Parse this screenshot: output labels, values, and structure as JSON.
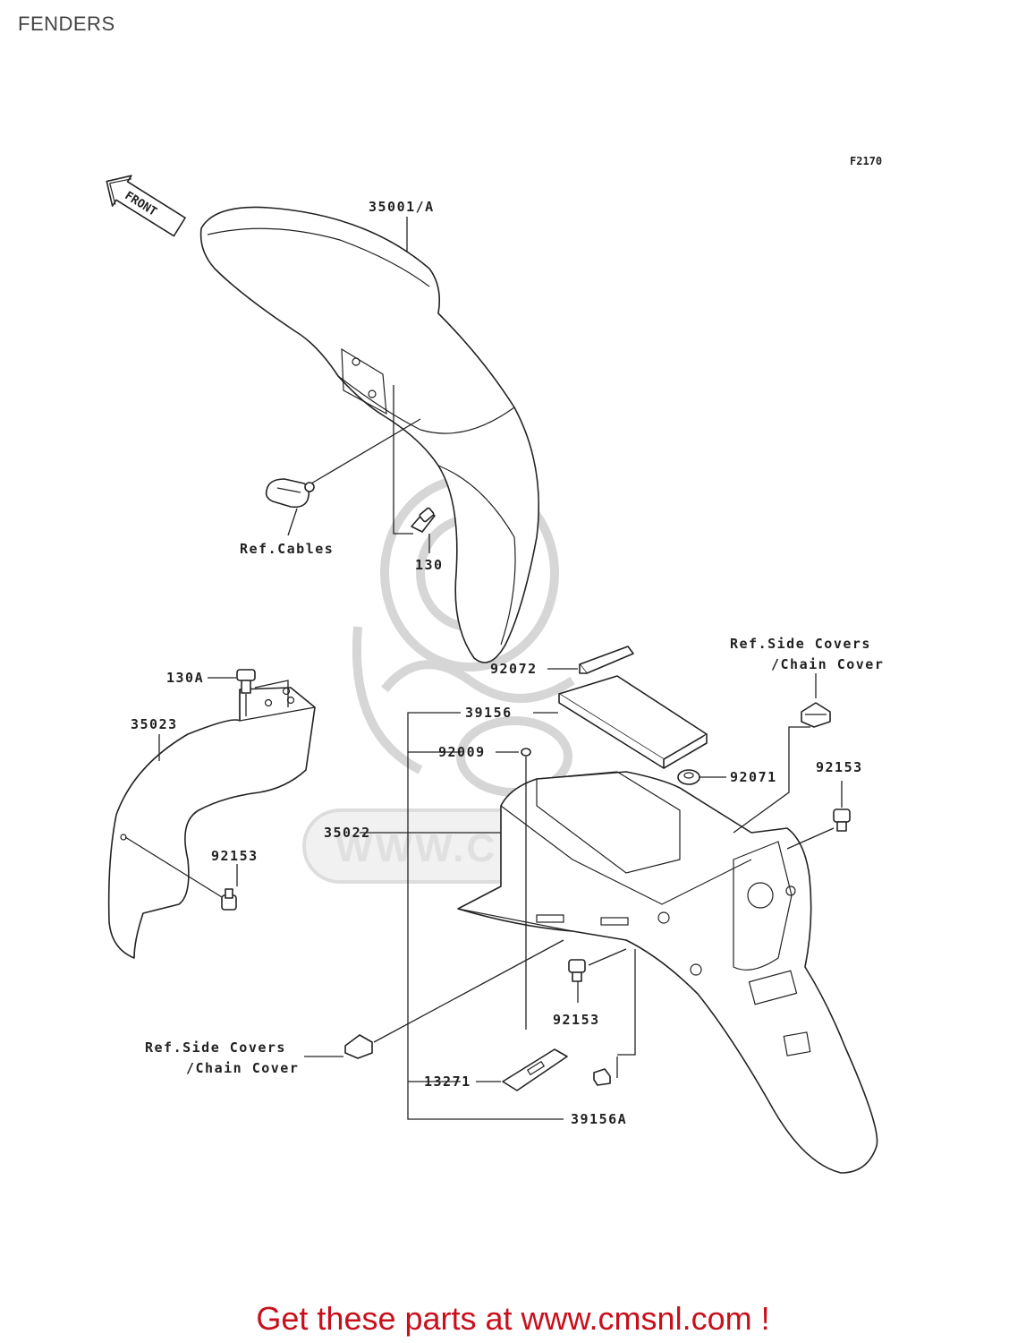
{
  "page": {
    "title": "FENDERS",
    "figure_code": "F2170",
    "front_arrow_text": "FRONT",
    "watermark_text": "WWW.CMSNL.COM",
    "footer_text": "Get these parts at www.cmsnl.com !",
    "footer_color": "#c8101c"
  },
  "callouts": {
    "c35001a": "35001/A",
    "ref_cables": "Ref.Cables",
    "c130": "130",
    "c130a": "130A",
    "c35023": "35023",
    "c92153_left": "92153",
    "c92072": "92072",
    "c39156": "39156",
    "c92009": "92009",
    "c35022": "35022",
    "ref_side_covers_top_1": "Ref.Side Covers",
    "ref_side_covers_top_2": "/Chain Cover",
    "c92071": "92071",
    "c92153_right": "92153",
    "c92153_bottom": "92153",
    "ref_side_covers_bottom_1": "Ref.Side Covers",
    "ref_side_covers_bottom_2": "/Chain Cover",
    "c13271": "13271",
    "c39156a": "39156A"
  }
}
